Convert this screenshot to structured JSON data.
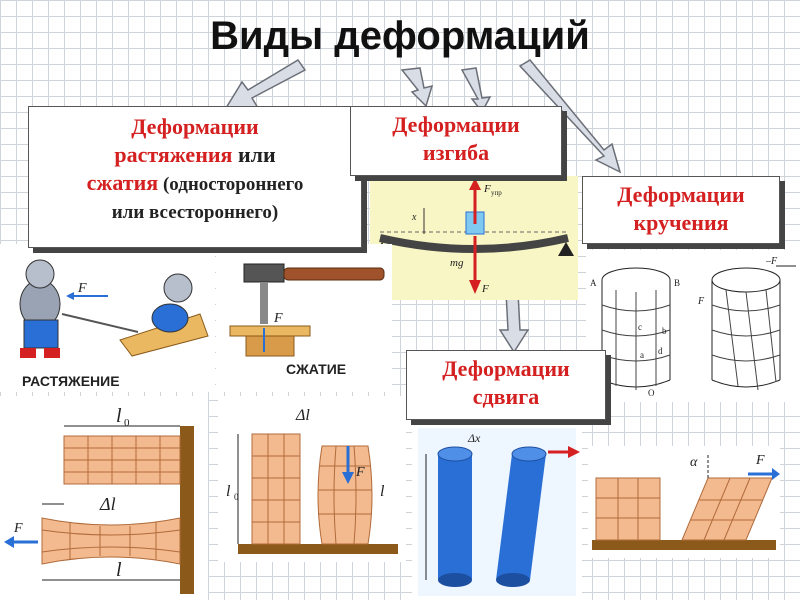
{
  "title": "Виды деформаций",
  "callouts": {
    "tension": {
      "line1": "Деформации",
      "line2a": "растяжения",
      "line2b": " или",
      "line3a": "сжатия",
      "line3b": " (одностороннего",
      "line4": "или всестороннего)"
    },
    "bending": {
      "line1": "Деформации",
      "line2": "изгиба"
    },
    "torsion": {
      "line1": "Деформации",
      "line2": "кручения"
    },
    "shear": {
      "line1": "Деформации",
      "line2": "сдвига"
    }
  },
  "captions": {
    "stretch": "РАСТЯЖЕНИЕ",
    "compress": "СЖАТИЕ"
  },
  "labels": {
    "f": "F",
    "fupr": "F",
    "fupr_sub": "упр",
    "mg": "mg",
    "x": "x",
    "l0": "l",
    "l0_sub": "0",
    "dl": "Δl",
    "l": "l",
    "dx": "Δx",
    "alpha": "α",
    "pA": "A",
    "pB": "B",
    "pO": "O",
    "pa": "a",
    "pb": "b",
    "pc": "c",
    "pd": "d",
    "minusF": "–F"
  },
  "colors": {
    "accent_red": "#d42020",
    "blue": "#2a6fd6",
    "wood": "#8b5a1a",
    "grid_fill": "#f3b98f"
  }
}
